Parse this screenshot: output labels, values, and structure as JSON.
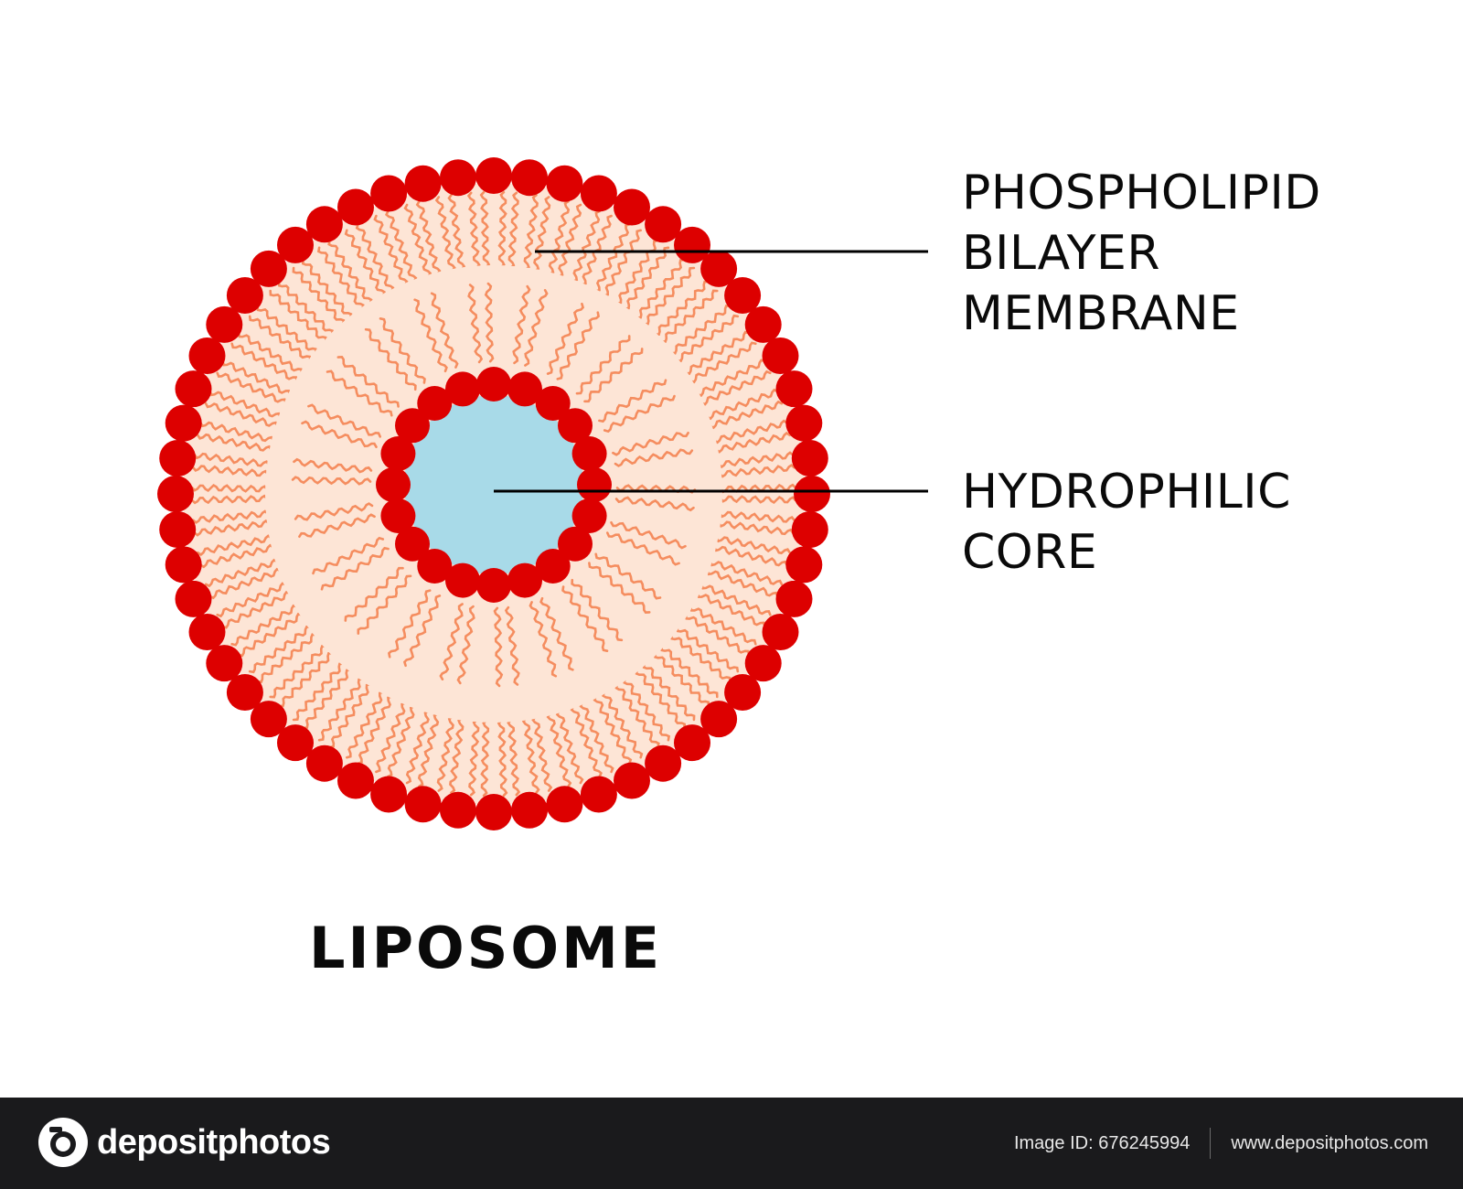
{
  "diagram": {
    "labels": {
      "bilayer": [
        "PHOSPHOLIPID",
        "BILAYER",
        "MEMBRANE"
      ],
      "core": [
        "HYDROPHILIC",
        "CORE"
      ]
    },
    "title": "LIPOSOME"
  },
  "colors": {
    "head": "#dd0000",
    "tail": "#f58d5f",
    "bilayer_fill": "#fde5d6",
    "core_fill": "#a8dae8",
    "line": "#000000",
    "footer_bg": "#1a1a1c"
  },
  "footer": {
    "logo_text": "depositphotos",
    "image_id": "Image ID: 676245994",
    "website": "www.depositphotos.com"
  }
}
